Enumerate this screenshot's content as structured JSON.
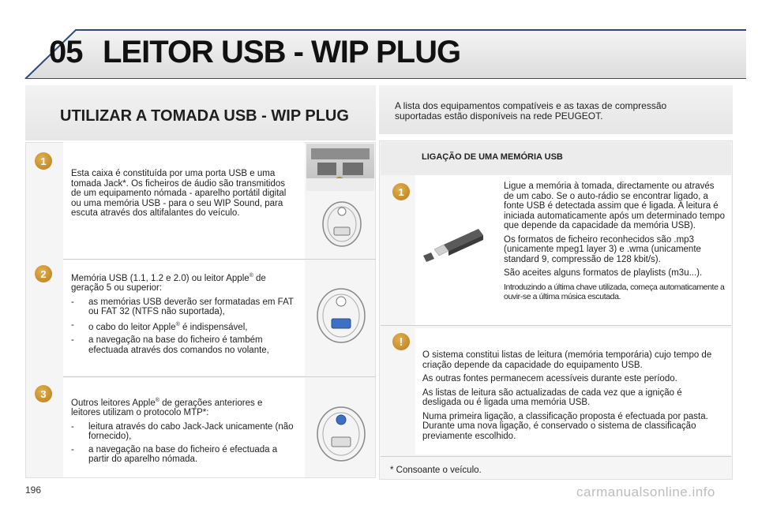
{
  "header": {
    "chapter_number": "05",
    "chapter_title": "LEITOR USB - WIP PLUG"
  },
  "section": {
    "title": "UTILIZAR A TOMADA USB - WIP PLUG",
    "intro": "A lista dos equipamentos compatíveis e as taxas de compressão suportadas estão disponíveis na rede PEUGEOT."
  },
  "steps_left": [
    {
      "badge": "1",
      "text": "Esta caixa é constituída por uma porta USB e uma tomada Jack*. Os ficheiros de áudio são transmitidos de um equipamento nómada - aparelho portátil digital ou uma memória USB - para o seu WIP Sound, para escuta através dos altifalantes do veículo."
    },
    {
      "badge": "2",
      "text_a": "Memória USB (1.1, 1.2 e 2.0) ou leitor Apple",
      "reg": "®",
      "text_b": " de geração 5 ou superior:",
      "bullets": [
        {
          "dash": "-",
          "text": "as memórias USB deverão ser formatadas em FAT ou FAT 32 (NTFS não suportada),"
        },
        {
          "dash": "-",
          "text_a": "o cabo do leitor Apple",
          "reg": "®",
          "text_b": " é indispensável,"
        },
        {
          "dash": "-",
          "text": "a navegação na base do ficheiro é também efectuada através dos comandos no volante,"
        }
      ]
    },
    {
      "badge": "3",
      "text_a": "Outros leitores Apple",
      "reg": "®",
      "text_b": " de gerações anteriores e leitores utilizam o protocolo MTP*:",
      "bullets": [
        {
          "dash": "-",
          "text": "leitura através do cabo Jack-Jack unicamente (não fornecido),"
        },
        {
          "dash": "-",
          "text": "a navegação na base do ficheiro é efectuada a partir do aparelho nómada."
        }
      ]
    }
  ],
  "right": {
    "subtitle": "LIGAÇÃO DE UMA MEMÓRIA USB",
    "step_badge": "1",
    "paragraphs": [
      "Ligue a memória à tomada, directamente ou através de um cabo. Se o auto-rádio se encontrar ligado, a fonte USB é detectada assim que é ligada. A leitura é iniciada automaticamente após um determinado tempo que depende da capacidade da memória USB).",
      "Os formatos de ficheiro reconhecidos são .mp3 (unicamente mpeg1 layer 3) e .wma (unicamente standard 9, compressão de 128 kbit/s).",
      "São aceites alguns formatos de playlists (m3u...)."
    ],
    "condensed": "Introduzindo a última chave utilizada, começa automaticamente a ouvir-se a última música escutada.",
    "warning_badge": "!",
    "warning_paragraphs": [
      "O sistema constitui listas de leitura (memória temporária) cujo tempo de criação depende da capacidade do equipamento USB.",
      "As outras fontes permanecem acessíveis durante este período.",
      "As listas de leitura são actualizadas de cada vez que a ignição é desligada ou é ligada uma memória USB.",
      "Numa primeira ligação, a classificação proposta é efectuada por pasta. Durante uma nova ligação, é conservado o sistema de classificação previamente escolhido."
    ],
    "footnote": "* Consoante o veículo."
  },
  "footer": {
    "page_number": "196",
    "watermark": "carmanualsonline.info"
  },
  "colors": {
    "banner_blue": "#2d4a7a",
    "badge_gold": "#c98d26",
    "panel_grey": "#ececec"
  }
}
